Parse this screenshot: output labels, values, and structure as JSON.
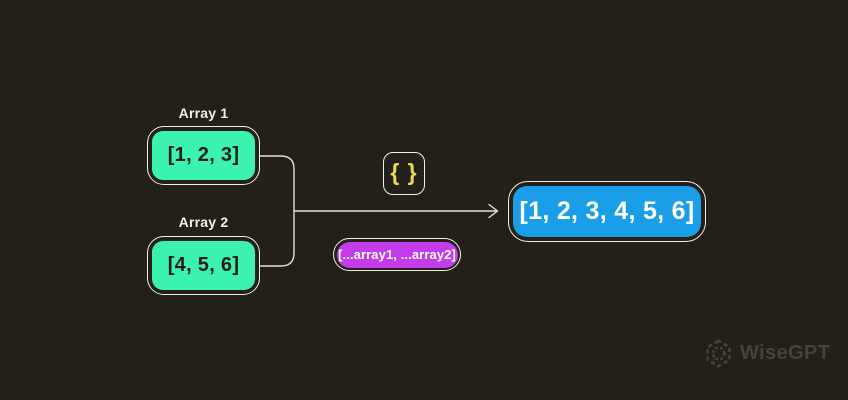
{
  "canvas": {
    "background": "#232019"
  },
  "colors": {
    "outline": "#F2EEE4",
    "line": "#E3DFD5"
  },
  "diagram": {
    "array1": {
      "label": "Array 1",
      "value": "[1, 2, 3]",
      "fill": "#3BF2AE",
      "text_color": "#201D16"
    },
    "array2": {
      "label": "Array 2",
      "value": "[4, 5, 6]",
      "fill": "#3BF2AE",
      "text_color": "#201D16"
    },
    "operator_badge": {
      "text": "{ }",
      "color": "#E8D94F"
    },
    "spread_pill": {
      "text": "[...array1, ...array2]",
      "fill": "#C43BEA",
      "text_color": "#FFFFFF"
    },
    "result": {
      "value": "[1, 2, 3, 4, 5, 6]",
      "fill": "#1B9EE8",
      "text_color": "#FFFFFF"
    }
  },
  "branding": {
    "logo_text": "WiseGPT",
    "color": "#45423B"
  }
}
